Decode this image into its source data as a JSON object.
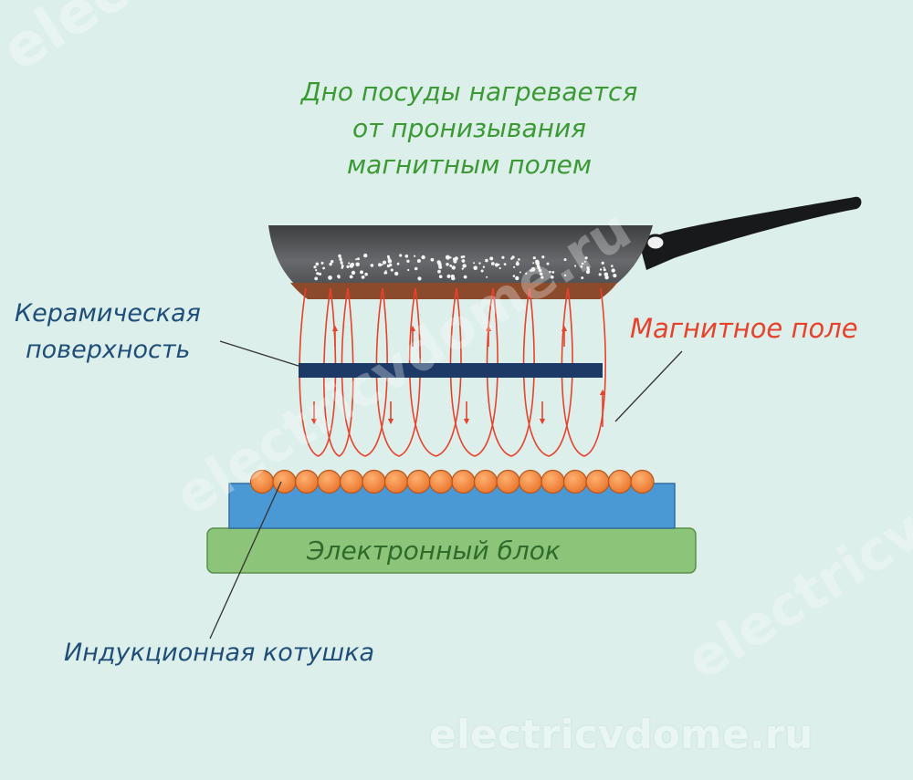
{
  "title": {
    "line1": "Дно посуды нагревается",
    "line2": "от пронизывания",
    "line3": "магнитным полем"
  },
  "labels": {
    "ceramic_line1": "Керамическая",
    "ceramic_line2": "поверхность",
    "magnetic_field": "Магнитное поле",
    "electronic_block": "Электронный блок",
    "induction_coil": "Индукционная котушка"
  },
  "watermark": {
    "text": "electricvdome.ru",
    "faint": "electricvdome.ru"
  },
  "colors": {
    "background": "#dcefea",
    "title_text": "#3b9a33",
    "label_text": "#1f4e79",
    "field_lines": "#e8412c",
    "ceramic_plate": "#1d3a66",
    "coil_turns": "#f08a3c",
    "base_blue": "#4a98d4",
    "electronic_block": "#8cc57a",
    "pan_body": "#55585b",
    "pan_bottom": "#8a4a2b"
  },
  "icons": {
    "pan": "frying-pan-icon",
    "coil": "induction-coil-icon"
  }
}
